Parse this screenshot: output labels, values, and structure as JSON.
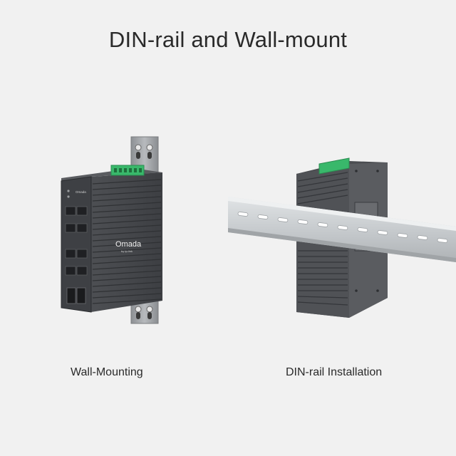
{
  "page": {
    "title": "DIN-rail and Wall-mount",
    "captions": {
      "wall": "Wall-Mounting",
      "din": "DIN-rail Installation"
    }
  },
  "product": {
    "brand": "Omada",
    "brand_sub": "by tp-link",
    "body_color": "#4a4c50",
    "terminal_color": "#39b86b",
    "rail_color": "#c9cdd0"
  }
}
